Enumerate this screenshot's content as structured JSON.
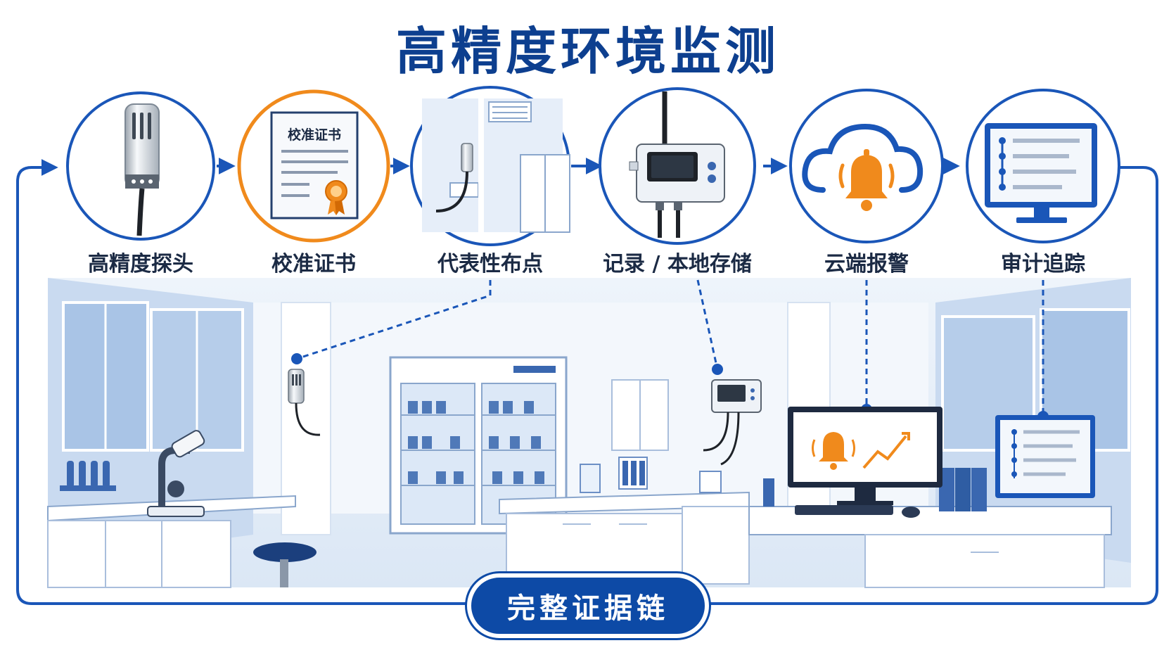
{
  "title": "高精度环境监测",
  "steps": [
    {
      "label": "高精度探头",
      "icon": "sensor-probe-icon"
    },
    {
      "label": "校准证书",
      "icon": "certificate-icon",
      "card_title": "校准证书"
    },
    {
      "label": "代表性布点",
      "icon": "lab-placement-icon"
    },
    {
      "label": "记录 / 本地存储",
      "icon": "data-logger-icon"
    },
    {
      "label": "云端报警",
      "icon": "cloud-alarm-icon"
    },
    {
      "label": "审计追踪",
      "icon": "audit-monitor-icon"
    }
  ],
  "bottom_label": "完整证据链",
  "colors": {
    "primary": "#0d4aa6",
    "title": "#0d3f8f",
    "accent_orange": "#f08a1c",
    "light_blue": "#dce8f7",
    "line": "#1a56b8"
  }
}
